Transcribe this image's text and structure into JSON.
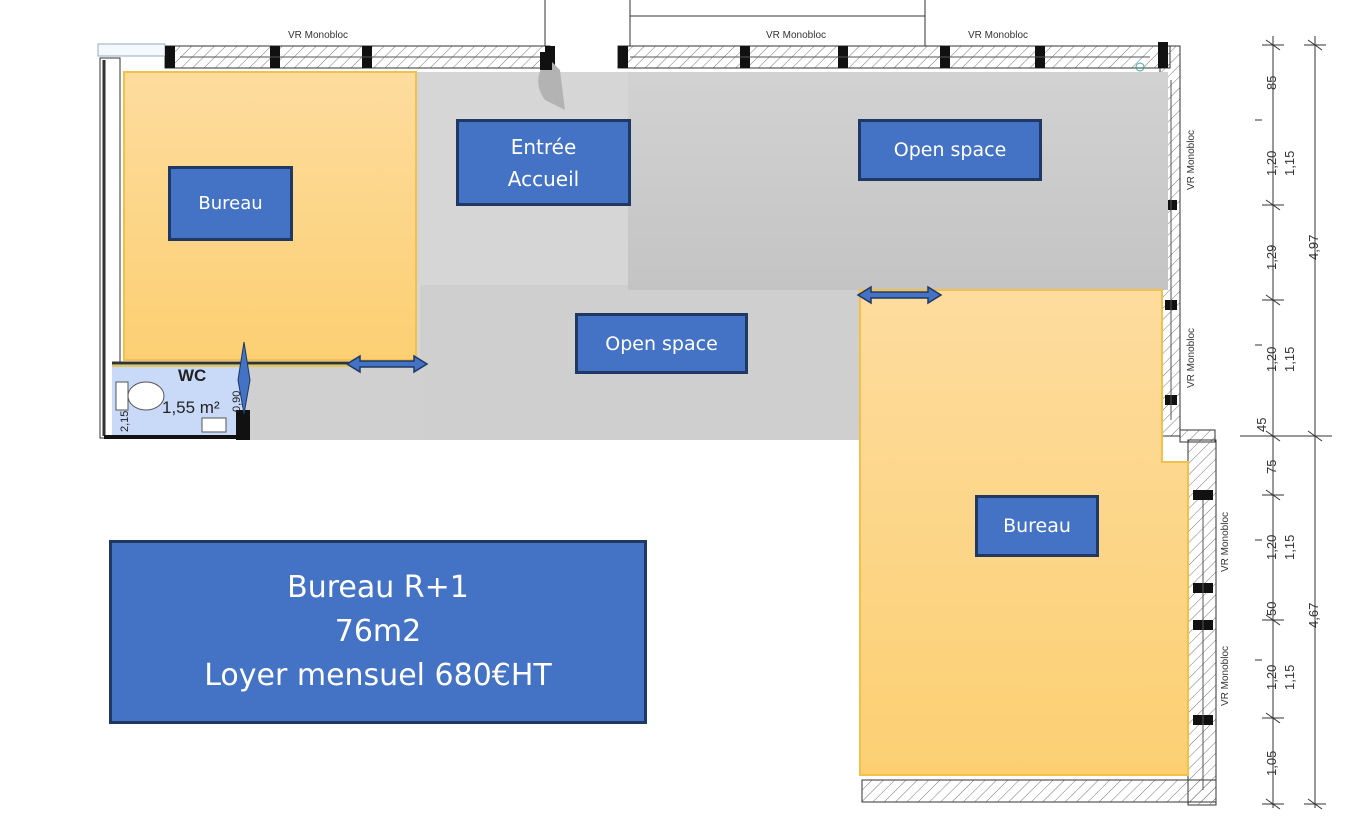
{
  "rooms": {
    "bureau_left": "Bureau",
    "entree_line1": "Entrée",
    "entree_line2": "Accueil",
    "open_space_top": "Open space",
    "open_space_center": "Open space",
    "bureau_right": "Bureau",
    "wc_label": "WC",
    "wc_area": "1,55 m²",
    "wc_dim_left": "2,15",
    "wc_dim_right": "0,90"
  },
  "info": {
    "line1": "Bureau R+1",
    "line2": "76m2",
    "line3": "Loyer mensuel 680€HT"
  },
  "wall_labels": {
    "top_left": "VR Monobloc",
    "top_mid": "VR Monobloc",
    "top_right": "VR Monobloc",
    "right_1": "VR Monobloc",
    "right_2": "VR Monobloc",
    "right_3": "VR Monobloc",
    "right_4": "VR Monobloc"
  },
  "dimensions": {
    "d1": "85",
    "d2": "1,20",
    "d2b": "1,15",
    "d3": "1,29",
    "d4": "1,20",
    "d4b": "1,15",
    "d5": "45",
    "d6": "75",
    "d7": "1,20",
    "d7b": "1,15",
    "d8": "50",
    "d9": "1,20",
    "d9b": "1,15",
    "d10": "1,05",
    "total_top": "4,97",
    "total_bottom": "4,67"
  }
}
